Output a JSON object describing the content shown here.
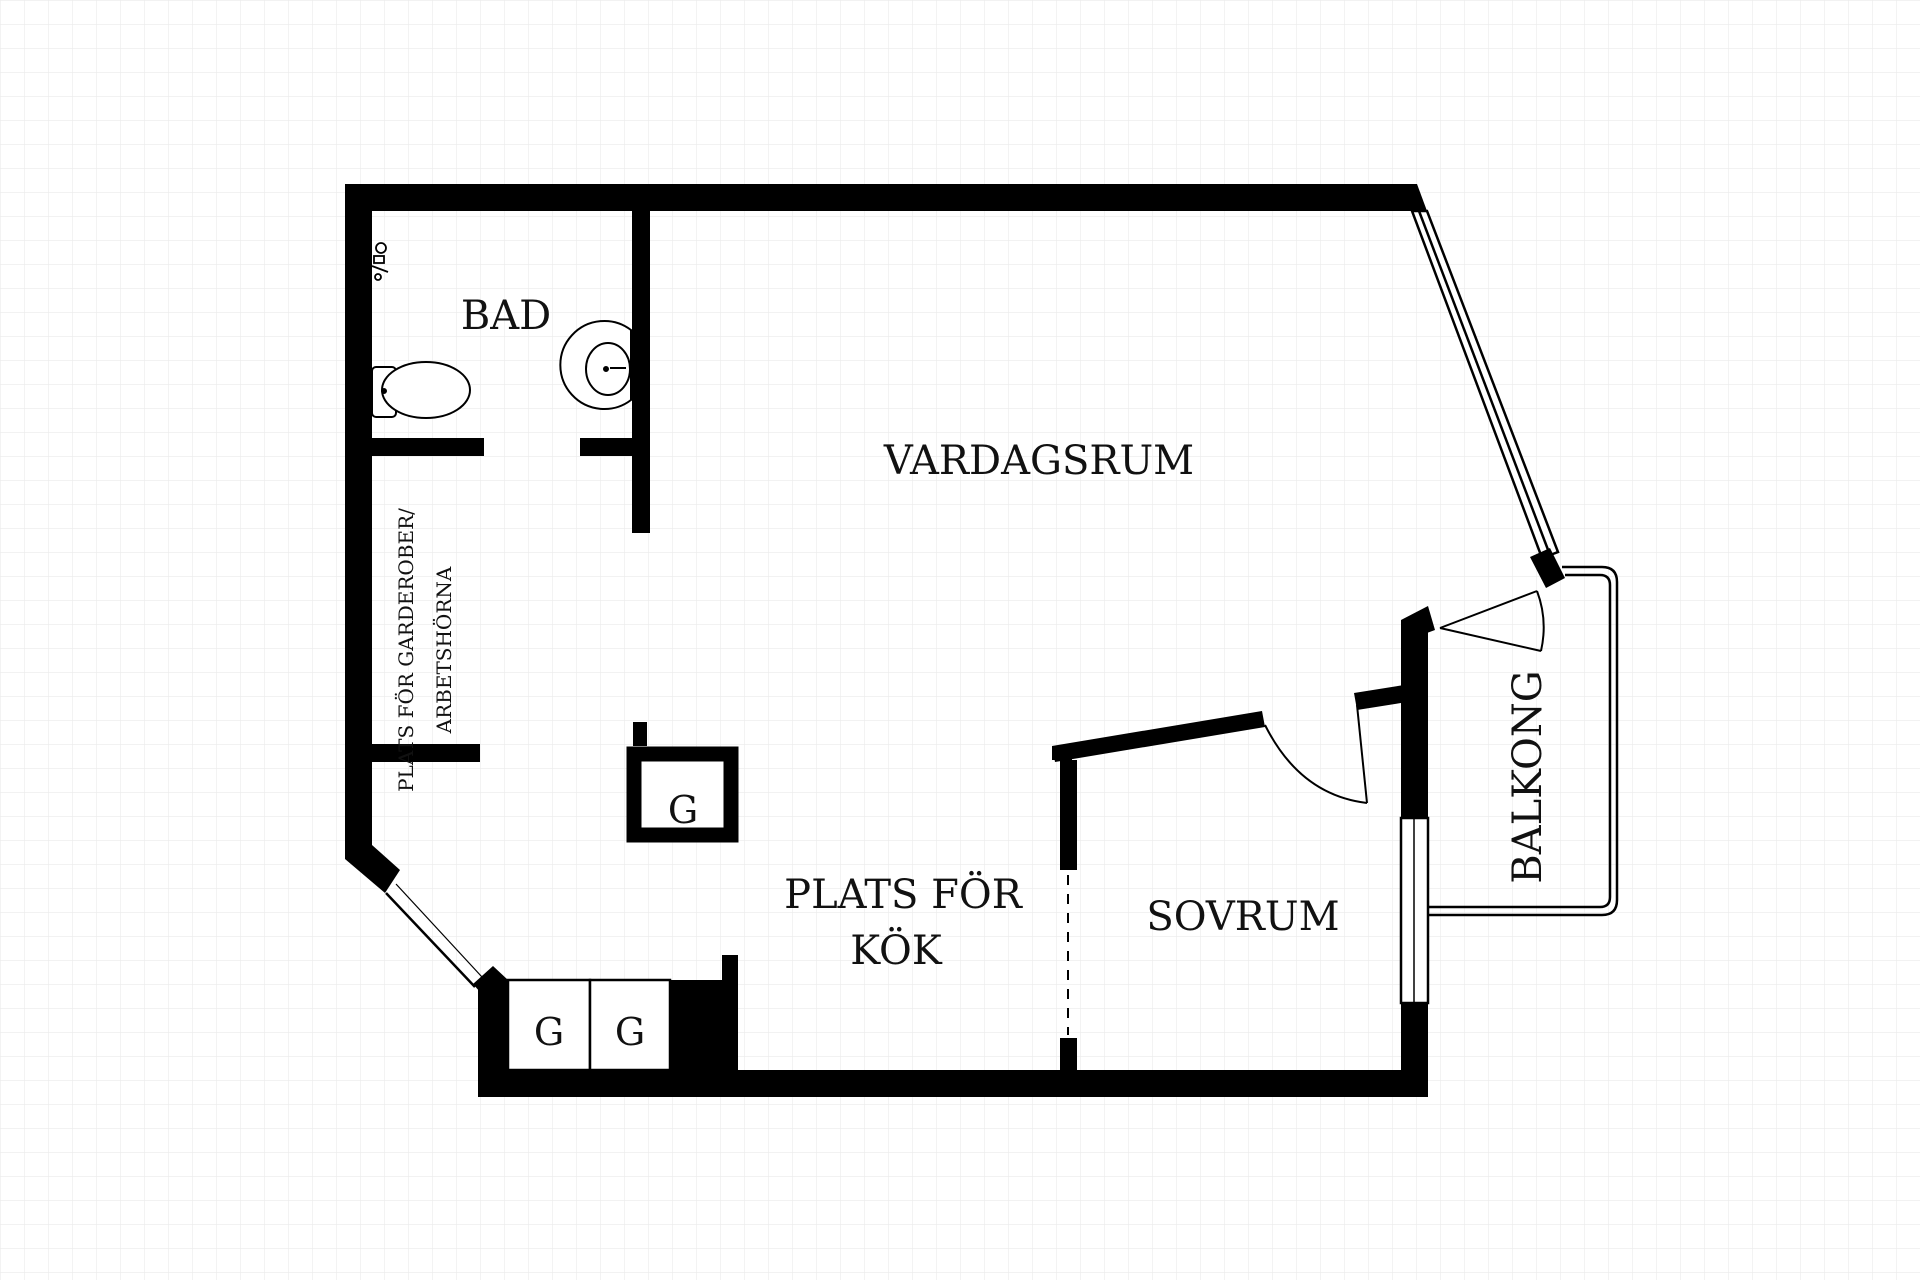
{
  "rooms": {
    "bad": "BAD",
    "vardagsrum": "VARDAGSRUM",
    "garderob_line1": "PLATS FÖR GARDEROBER/",
    "garderob_line2": "ARBETSHÖRNA",
    "kok_line1": "PLATS FÖR",
    "kok_line2": "KÖK",
    "sovrum": "SOVRUM",
    "balkong": "BALKONG"
  },
  "closets": [
    "G",
    "G",
    "G"
  ],
  "colors": {
    "wall": "#000000",
    "grid": "#ebebeb",
    "background": "#ffffff"
  }
}
